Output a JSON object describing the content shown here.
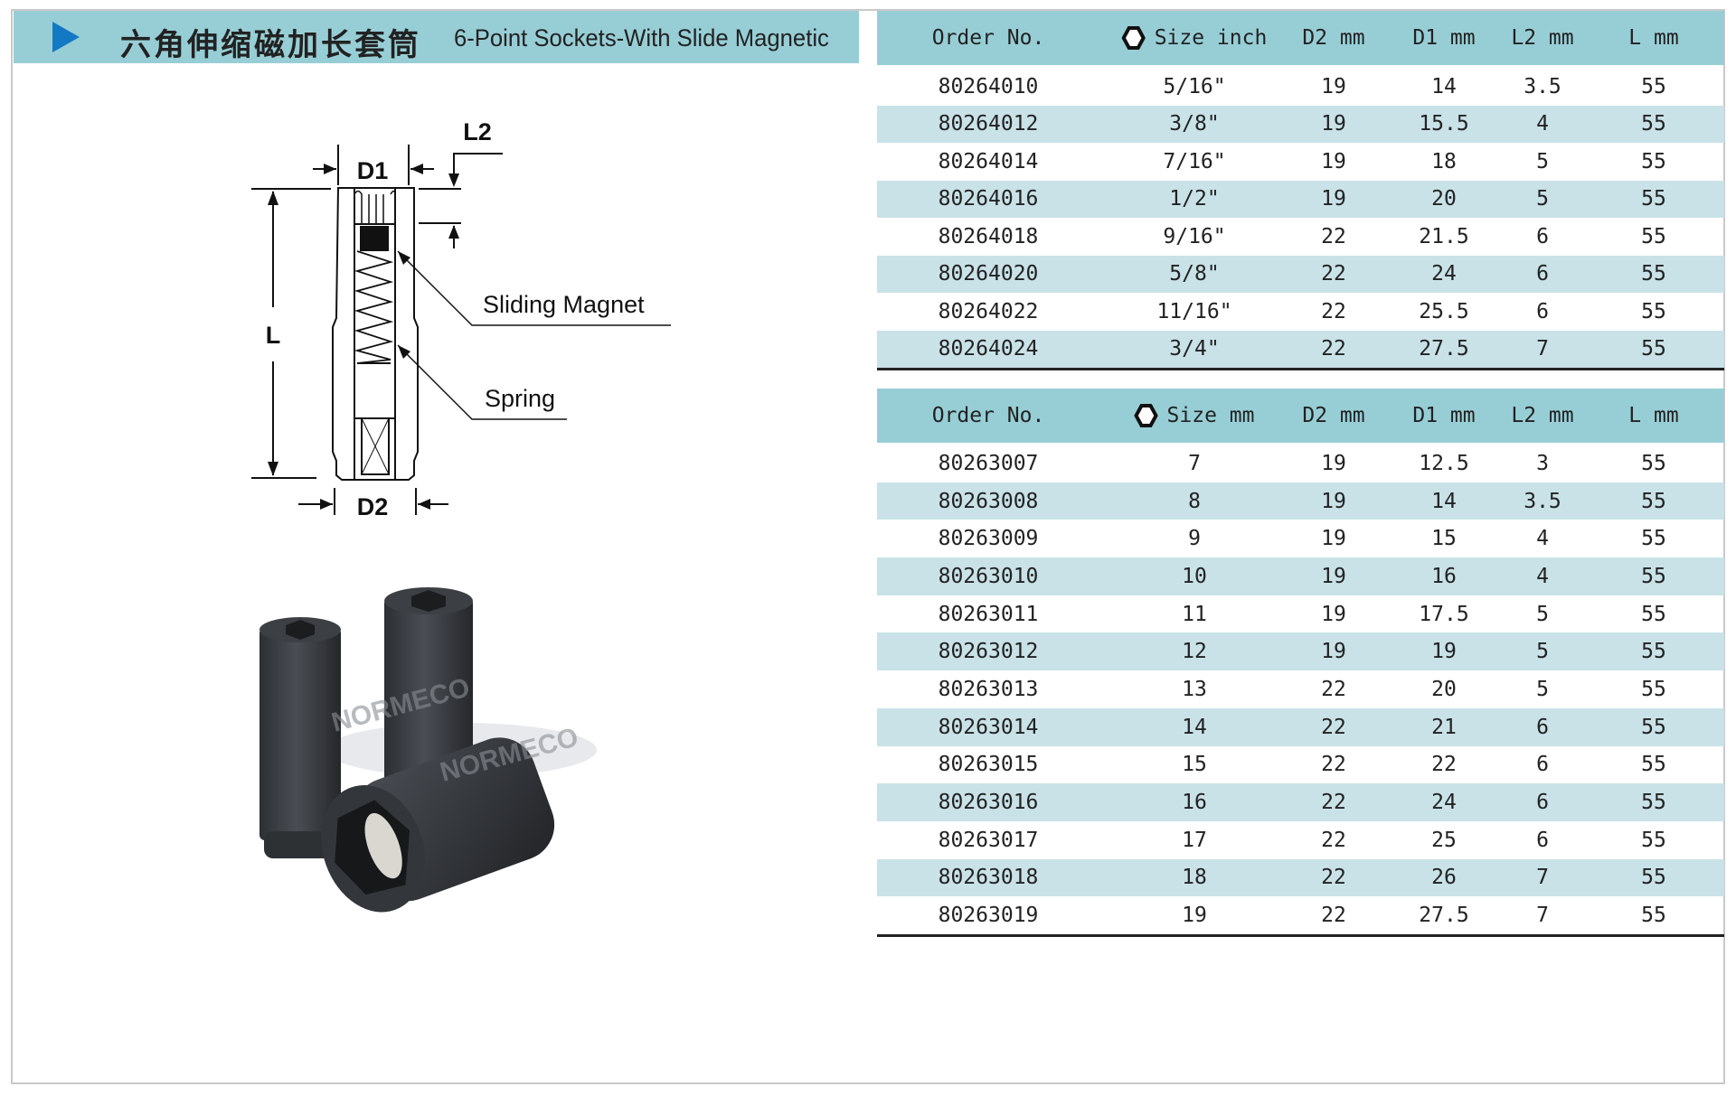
{
  "header": {
    "title_cn": "六角伸缩磁加长套筒",
    "title_en": "6-Point Sockets-With Slide Magnetic"
  },
  "diagram": {
    "labels": {
      "d1": "D1",
      "d2": "D2",
      "l": "L",
      "l2": "L2",
      "magnet": "Sliding Magnet",
      "spring": "Spring"
    }
  },
  "photo": {
    "watermark": "NORMECO"
  },
  "colors": {
    "band": "#97ced6",
    "stripe": "#c9e2e8",
    "arrow": "#1479c4"
  },
  "inch_table": {
    "headers": [
      "Order No.",
      "Size inch",
      "D2 mm",
      "D1 mm",
      "L2 mm",
      "L mm"
    ],
    "size_icon": "hexagon-icon",
    "rows": [
      [
        "80264010",
        "5/16\"",
        "19",
        "14",
        "3.5",
        "55"
      ],
      [
        "80264012",
        "3/8\"",
        "19",
        "15.5",
        "4",
        "55"
      ],
      [
        "80264014",
        "7/16\"",
        "19",
        "18",
        "5",
        "55"
      ],
      [
        "80264016",
        "1/2\"",
        "19",
        "20",
        "5",
        "55"
      ],
      [
        "80264018",
        "9/16\"",
        "22",
        "21.5",
        "6",
        "55"
      ],
      [
        "80264020",
        "5/8\"",
        "22",
        "24",
        "6",
        "55"
      ],
      [
        "80264022",
        "11/16\"",
        "22",
        "25.5",
        "6",
        "55"
      ],
      [
        "80264024",
        "3/4\"",
        "22",
        "27.5",
        "7",
        "55"
      ]
    ]
  },
  "mm_table": {
    "headers": [
      "Order No.",
      "Size mm",
      "D2 mm",
      "D1 mm",
      "L2 mm",
      "L mm"
    ],
    "size_icon": "hexagon-icon",
    "rows": [
      [
        "80263007",
        "7",
        "19",
        "12.5",
        "3",
        "55"
      ],
      [
        "80263008",
        "8",
        "19",
        "14",
        "3.5",
        "55"
      ],
      [
        "80263009",
        "9",
        "19",
        "15",
        "4",
        "55"
      ],
      [
        "80263010",
        "10",
        "19",
        "16",
        "4",
        "55"
      ],
      [
        "80263011",
        "11",
        "19",
        "17.5",
        "5",
        "55"
      ],
      [
        "80263012",
        "12",
        "19",
        "19",
        "5",
        "55"
      ],
      [
        "80263013",
        "13",
        "22",
        "20",
        "5",
        "55"
      ],
      [
        "80263014",
        "14",
        "22",
        "21",
        "6",
        "55"
      ],
      [
        "80263015",
        "15",
        "22",
        "22",
        "6",
        "55"
      ],
      [
        "80263016",
        "16",
        "22",
        "24",
        "6",
        "55"
      ],
      [
        "80263017",
        "17",
        "22",
        "25",
        "6",
        "55"
      ],
      [
        "80263018",
        "18",
        "22",
        "26",
        "7",
        "55"
      ],
      [
        "80263019",
        "19",
        "22",
        "27.5",
        "7",
        "55"
      ]
    ]
  }
}
